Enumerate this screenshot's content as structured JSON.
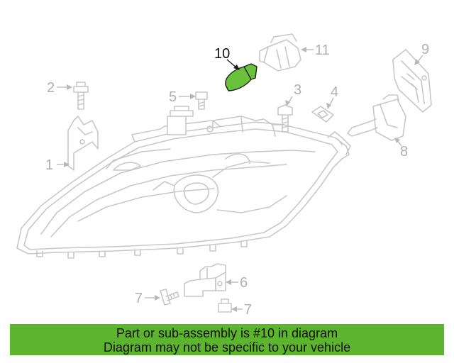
{
  "diagram": {
    "callouts": {
      "c1": "1",
      "c2": "2",
      "c3": "3",
      "c4": "4",
      "c5": "5",
      "c6": "6",
      "c7a": "7",
      "c7b": "7",
      "c8": "8",
      "c9": "9",
      "c10": "10",
      "c11": "11"
    },
    "highlighted_part": "10",
    "highlight_color": "#6ac23a",
    "line_color": "#c8c8c8"
  },
  "banner": {
    "line1": "Part or sub-assembly is #10 in diagram",
    "line2": "Diagram may not be specific to your vehicle",
    "background": "#5cb52c"
  }
}
